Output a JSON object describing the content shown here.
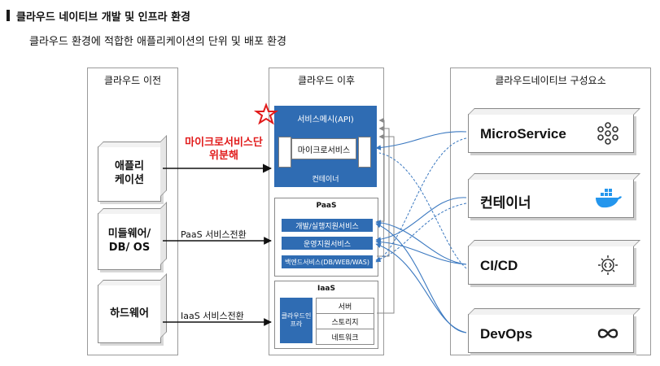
{
  "title": "클라우드 네이티브 개발 및 인프라 환경",
  "subtitle": "클라우드 환경에 적합한 애플리케이션의 단위 및 배포 환경",
  "before": {
    "title": "클라우드 이전",
    "boxes": [
      "애플리\n케이션",
      "미들웨어/\nDB/ OS",
      "하드웨어"
    ]
  },
  "transitions": {
    "microservices": "마이크로서비스단\n위분해",
    "paas": "PaaS 서비스전환",
    "iaas": "IaaS 서비스전환"
  },
  "after": {
    "title": "클라우드 이후",
    "container_box": {
      "service_mesh": "서비스메시(API)",
      "microservice": "마이크로서비스",
      "container": "컨테이너"
    },
    "paas": {
      "title": "PaaS",
      "items": [
        "개발/실행지원서비스",
        "운영지원서비스",
        "백엔드서비스(DB/WEB/WAS)"
      ]
    },
    "iaas": {
      "title": "IaaS",
      "side_label": "클라우드인\n프라",
      "items": [
        "서버",
        "스토리지",
        "네트워크"
      ]
    }
  },
  "components": {
    "title": "클라우드네이티브 구성요소",
    "items": [
      {
        "label": "MicroService",
        "icon": "network-nodes-icon"
      },
      {
        "label": "컨테이너",
        "icon": "docker-whale-icon"
      },
      {
        "label": "CI/CD",
        "icon": "gear-code-cycle-icon"
      },
      {
        "label": "DevOps",
        "icon": "infinity-loop-icon"
      }
    ]
  },
  "colors": {
    "accent_blue": "#2f6cb3",
    "highlight_red": "#e11b1b",
    "connector_blue": "#3a78c0",
    "docker_blue": "#2496ed"
  }
}
